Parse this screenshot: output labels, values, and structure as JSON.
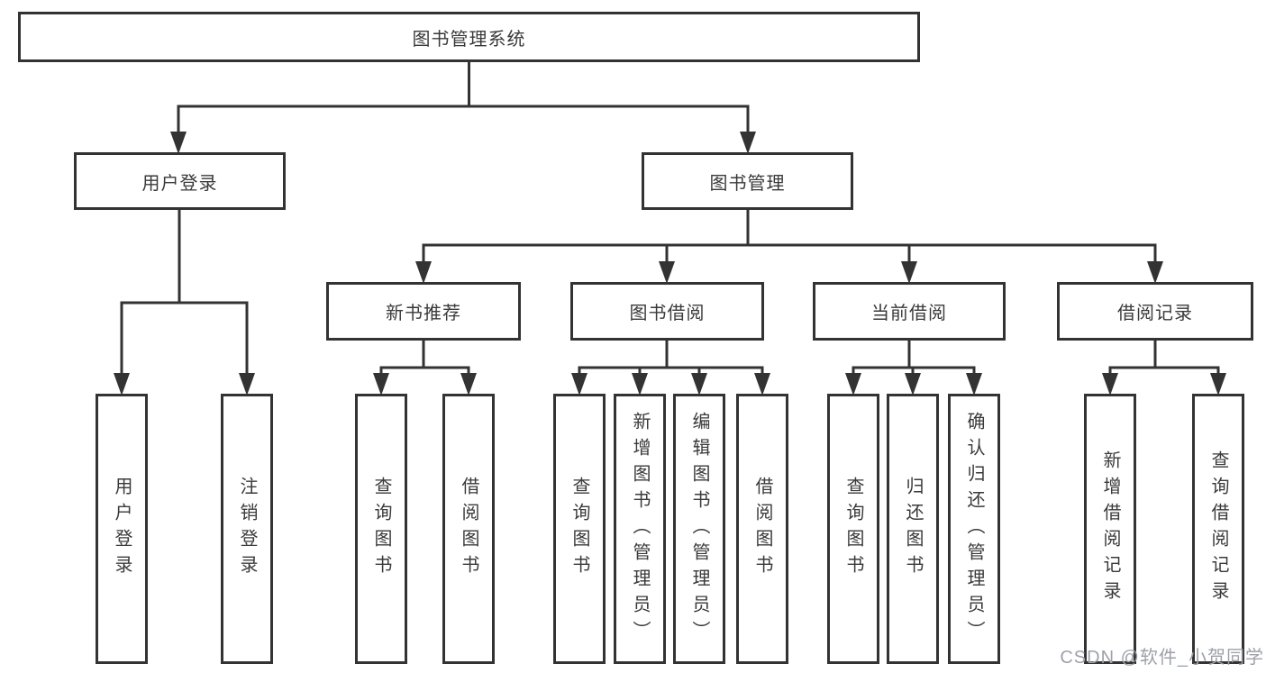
{
  "nodes": {
    "root": {
      "label": "图书管理系统"
    },
    "level2": [
      {
        "label": "用户登录"
      },
      {
        "label": "图书管理"
      }
    ],
    "level3": [
      {
        "label": "新书推荐"
      },
      {
        "label": "图书借阅"
      },
      {
        "label": "当前借阅"
      },
      {
        "label": "借阅记录"
      }
    ],
    "leaves": [
      {
        "label": "用户登录"
      },
      {
        "label": "注销登录"
      },
      {
        "label": "查询图书"
      },
      {
        "label": "借阅图书"
      },
      {
        "label": "查询图书"
      },
      {
        "label": "新增图书（管理员）"
      },
      {
        "label": "编辑图书（管理员）"
      },
      {
        "label": "借阅图书"
      },
      {
        "label": "查询图书"
      },
      {
        "label": "归还图书"
      },
      {
        "label": "确认归还（管理员）"
      },
      {
        "label": "新增借阅记录"
      },
      {
        "label": "查询借阅记录"
      }
    ]
  },
  "watermark": {
    "text": "CSDN @软件_小贺同学"
  },
  "colors": {
    "line": "#333333",
    "text": "#3a3a3a",
    "watermark": "#9da1a8",
    "background": "#ffffff"
  }
}
